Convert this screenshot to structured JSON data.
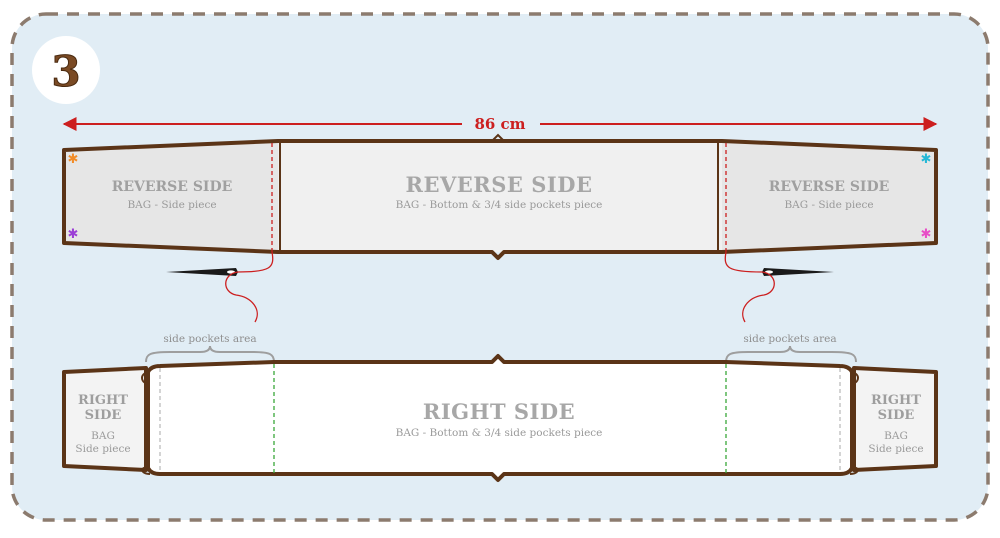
{
  "step_number": "3",
  "measure": {
    "label": "86 cm",
    "color": "#cc1f1f"
  },
  "colors": {
    "panel_bg": "#e1edf5",
    "dashed_border": "#8c7b6e",
    "piece_outline": "#5b3417",
    "reverse_fill": "#e6e6e6",
    "right_fill": "#ffffff",
    "thread": "#cc1f1f",
    "seam_green": "#3aa83a",
    "seam_grey": "#bdbdbd"
  },
  "reverse_piece": {
    "left": {
      "title": "REVERSE SIDE",
      "subtitle": "BAG - Side piece"
    },
    "center": {
      "title": "REVERSE SIDE",
      "subtitle": "BAG - Bottom & 3/4 side pockets piece"
    },
    "right": {
      "title": "REVERSE SIDE",
      "subtitle": "BAG - Side piece"
    },
    "corner_marks": [
      {
        "corner": "top-left",
        "color": "#f28c28"
      },
      {
        "corner": "bottom-left",
        "color": "#9b3fd6"
      },
      {
        "corner": "top-right",
        "color": "#26b8d6"
      },
      {
        "corner": "bottom-right",
        "color": "#e84fc7"
      }
    ]
  },
  "right_piece": {
    "left": {
      "title_line1": "RIGHT",
      "title_line2": "SIDE",
      "sub_line1": "BAG",
      "sub_line2": "Side piece"
    },
    "center": {
      "title": "RIGHT SIDE",
      "subtitle": "BAG - Bottom & 3/4 side pockets piece"
    },
    "right": {
      "title_line1": "RIGHT",
      "title_line2": "SIDE",
      "sub_line1": "BAG",
      "sub_line2": "Side piece"
    }
  },
  "annotations": {
    "left_pocket": "side pockets area",
    "right_pocket": "side pockets area"
  }
}
